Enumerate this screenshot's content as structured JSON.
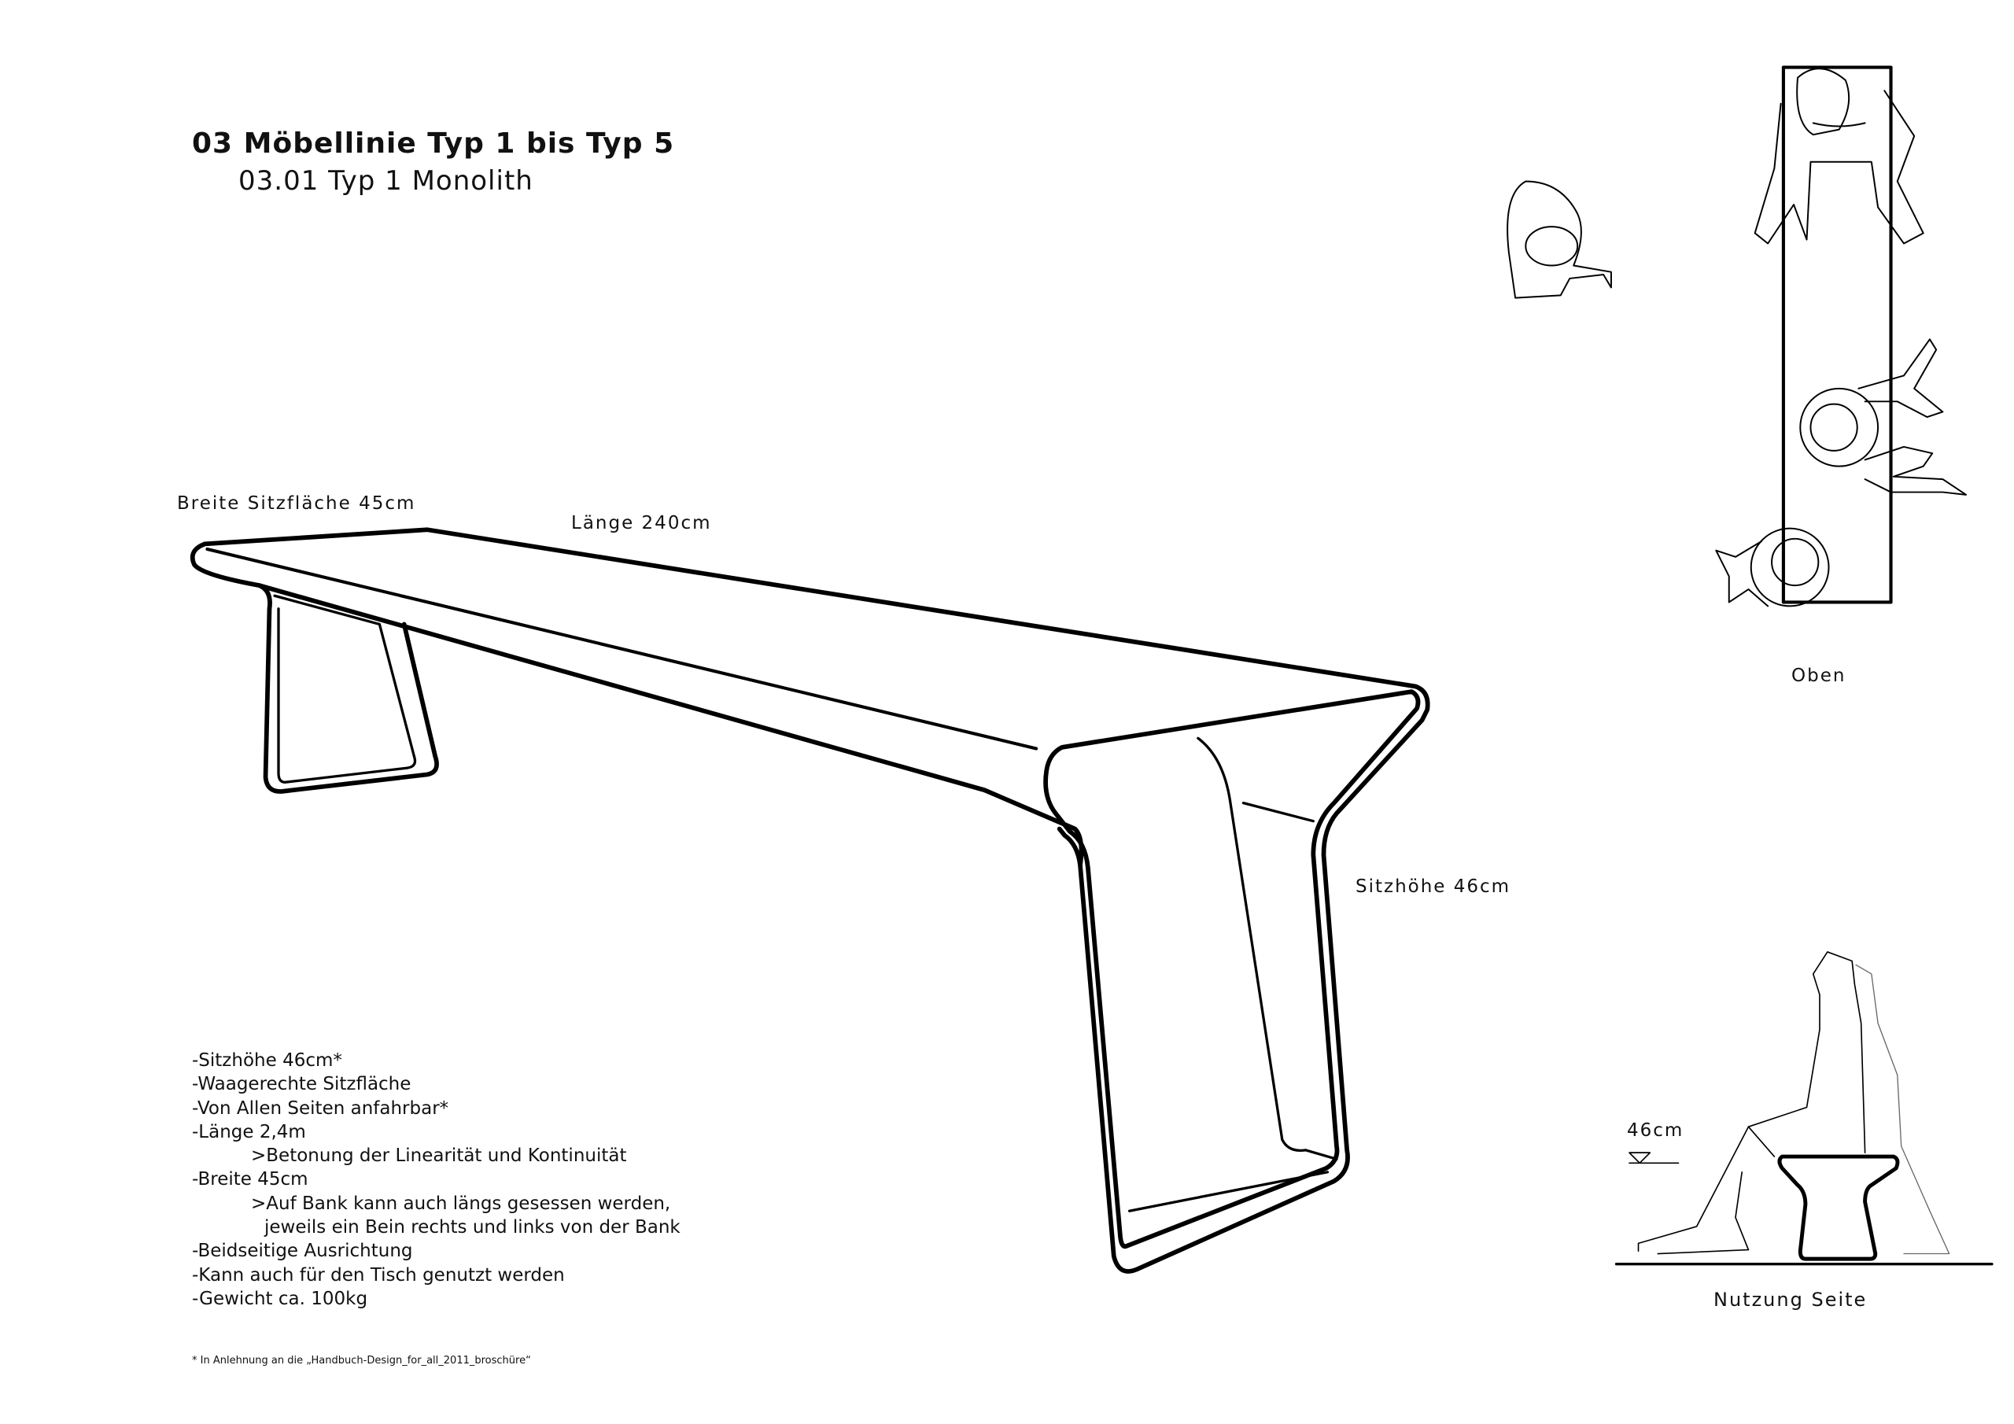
{
  "header": {
    "title": "03 Möbellinie Typ 1 bis Typ 5",
    "subtitle": "03.01 Typ 1  Monolith"
  },
  "dimensions": {
    "width_label": "Breite Sitzfläche 45cm",
    "length_label": "Länge 240cm",
    "height_label": "Sitzhöhe 46cm"
  },
  "views": {
    "top_label": "Oben",
    "side_label": "Nutzung Seite",
    "side_height_marker": "46cm"
  },
  "specs": [
    {
      "text": "-Sitzhöhe 46cm*",
      "level": 0
    },
    {
      "text": "-Waagerechte Sitzfläche",
      "level": 0
    },
    {
      "text": "-Von Allen Seiten anfahrbar*",
      "level": 0
    },
    {
      "text": "-Länge 2,4m",
      "level": 0
    },
    {
      "text": ">Betonung der Linearität und Kontinuität",
      "level": 1
    },
    {
      "text": "-Breite 45cm",
      "level": 0
    },
    {
      "text": ">Auf Bank kann auch längs gesessen werden,",
      "level": 1
    },
    {
      "text": "jeweils ein Bein rechts und links von der Bank",
      "level": 2
    },
    {
      "text": "-Beidseitige Ausrichtung",
      "level": 0
    },
    {
      "text": "-Kann auch für den Tisch genutzt werden",
      "level": 0
    },
    {
      "text": "-Gewicht ca. 100kg",
      "level": 0
    }
  ],
  "footnote": "* In Anlehnung an die „Handbuch-Design_for_all_2011_broschüre“"
}
